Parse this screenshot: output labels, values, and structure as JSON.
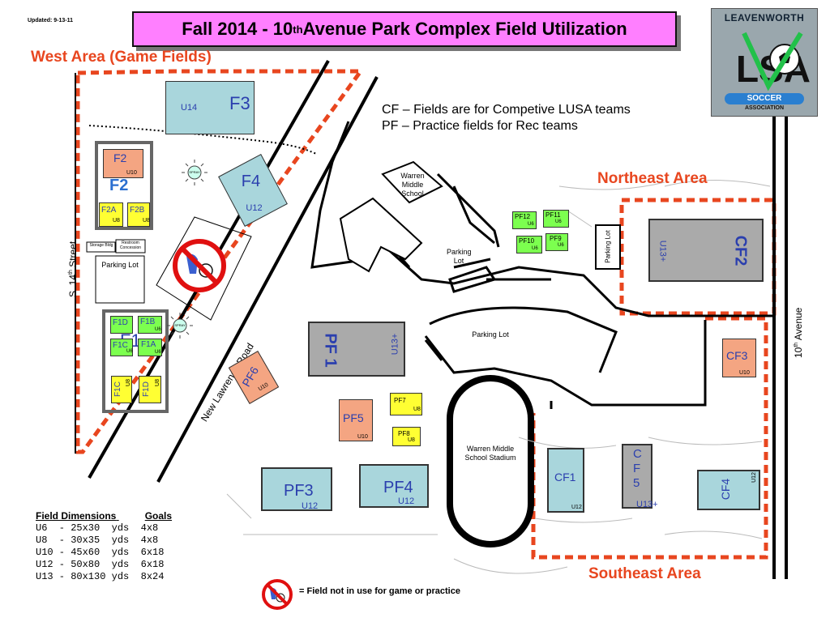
{
  "updated": "Updated: 9-13-11",
  "title_main": "Fall 2014 - 10",
  "title_sup": "th",
  "title_rest": " Avenue Park Complex Field Utilization",
  "logo": {
    "top": "LEAVENWORTH",
    "center": "LSA",
    "band": "SOCCER",
    "bottom": "ASSOCIATION"
  },
  "areas": {
    "west": "West Area (Game Fields)",
    "northeast": "Northeast Area",
    "southeast": "Southeast Area"
  },
  "legend": {
    "cf": "CF – Fields are for Competive LUSA teams",
    "pf": "PF – Practice fields for Rec teams"
  },
  "roads": {
    "s14_main": "S. 14",
    "s14_sup": "th",
    "s14_rest": " Street",
    "ave10_main": "10",
    "ave10_sup": "th",
    "ave10_rest": " Avenue",
    "new_lawrence": "New Lawrence Road"
  },
  "places": {
    "warren_school": "Warren Middle School",
    "parking_west": "Parking Lot",
    "parking_center_small": "Parking Lot",
    "parking_center": "Parking Lot",
    "parking_ne": "Parking Lot",
    "storage": "Storage Bldg",
    "restroom": "Restroom Concession",
    "stadium": "Warren Middle School Stadium",
    "spray": "SPRAY"
  },
  "fields": {
    "F3": {
      "name": "F3",
      "age": "U14"
    },
    "F2": {
      "name": "F2",
      "age": "U10",
      "group": "F2"
    },
    "F2A": {
      "name": "F2A",
      "age": "U8"
    },
    "F2B": {
      "name": "F2B",
      "age": "U8"
    },
    "F4": {
      "name": "F4",
      "age": "U12"
    },
    "F1": "F1",
    "F1D_top": {
      "name": "F1D"
    },
    "F1B": {
      "name": "F1B",
      "age": "U6"
    },
    "F1C_top": {
      "name": "F1C",
      "age": "U6"
    },
    "F1A": {
      "name": "F1A",
      "age": "U6"
    },
    "F1C_bot": {
      "name": "F1C",
      "age": "U8"
    },
    "F1D_bot": {
      "name": "F1D",
      "age": "U8"
    },
    "PF6": {
      "name": "PF6",
      "age": "U10"
    },
    "PF1": {
      "name": "PF 1",
      "age": "U13+"
    },
    "PF5": {
      "name": "PF5",
      "age": "U10"
    },
    "PF7": {
      "name": "PF7",
      "age": "U8"
    },
    "PF8": {
      "name": "PF8",
      "age": "U8"
    },
    "PF3": {
      "name": "PF3",
      "age": "U12"
    },
    "PF4": {
      "name": "PF4",
      "age": "U12"
    },
    "PF12": {
      "name": "PF12",
      "age": "U6"
    },
    "PF11": {
      "name": "PF11",
      "age": "U6"
    },
    "PF10": {
      "name": "PF10",
      "age": "U6"
    },
    "PF9": {
      "name": "PF9",
      "age": "U6"
    },
    "CF2": {
      "name": "CF2",
      "age": "U13+"
    },
    "CF3": {
      "name": "CF3",
      "age": "U10"
    },
    "CF1": {
      "name": "CF1",
      "age": "U12"
    },
    "CF5": {
      "name": "C F 5",
      "age": "U13+"
    },
    "CF4": {
      "name": "CF4",
      "age": "U12"
    }
  },
  "dimensions": {
    "header_left": "Field Dimensions",
    "header_right": "Goals",
    "rows": [
      "U6  - 25x30  yds  4x8",
      "U8  - 30x35  yds  4x8",
      "U10 - 45x60  yds  6x18",
      "U12 - 50x80  yds  6x18",
      "U13 - 80x130 yds  8x24"
    ]
  },
  "no_field_note": "= Field not in use for game or practice",
  "colors": {
    "accent": "#e8461f",
    "title_bg": "#ff7fff",
    "field_blue": "#a9d6dc",
    "field_gray": "#aaaaaa",
    "field_salmon": "#f4a582",
    "field_yellow": "#ffff33",
    "field_green": "#7cff4f",
    "label_blue": "#2b3fae"
  }
}
